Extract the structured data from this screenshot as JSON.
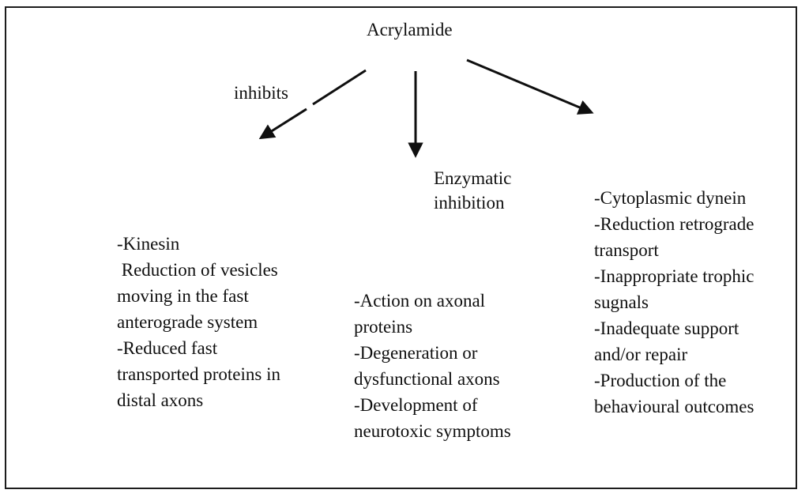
{
  "diagram": {
    "title": "Acrylamide",
    "left_arrow_label": "inhibits",
    "middle_arrow_label_lines": [
      "Enzymatic",
      "inhibition"
    ],
    "left_block_lines": [
      "-Kinesin",
      " Reduction of vesicles",
      "moving in the fast",
      "anterograde system",
      "-Reduced fast",
      "transported proteins in",
      "distal axons"
    ],
    "middle_block_lines": [
      "-Action on axonal",
      "proteins",
      "-Degeneration or",
      "dysfunctional axons",
      "-Development of",
      "neurotoxic symptoms"
    ],
    "right_block_lines": [
      "-Cytoplasmic dynein",
      "-Reduction retrograde",
      "transport",
      "-Inappropriate trophic",
      "sugnals",
      "-Inadequate support",
      "and/or repair",
      "-Production of the",
      "behavioural outcomes"
    ],
    "colors": {
      "ink": "#0f0f0f",
      "background": "#ffffff",
      "frame_border": "#1c1c1c"
    }
  }
}
